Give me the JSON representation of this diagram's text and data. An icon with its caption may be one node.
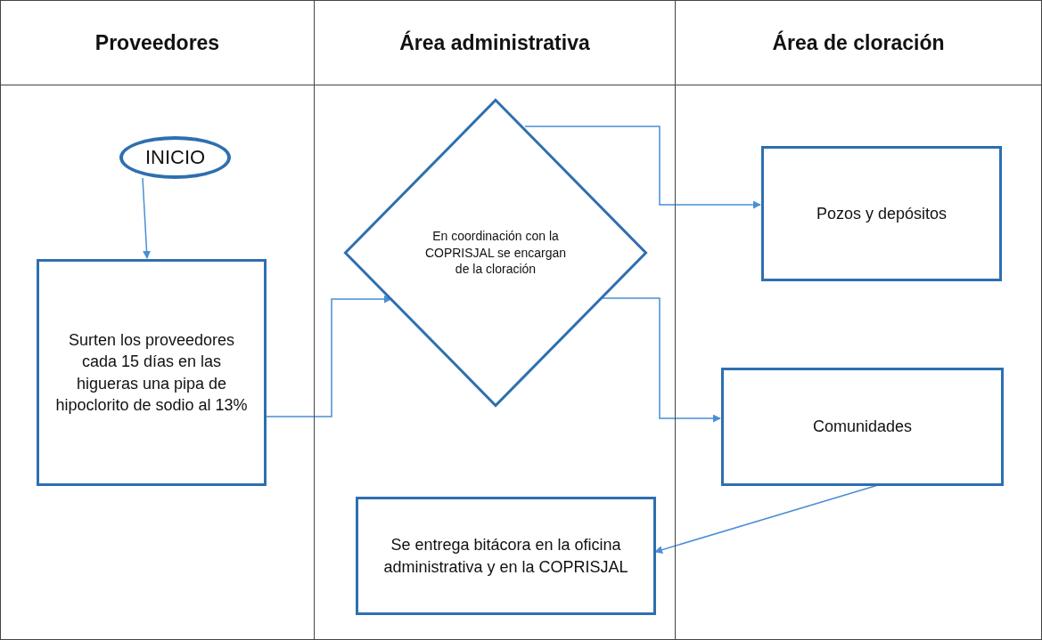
{
  "diagram": {
    "nodes": [
      {
        "text": [
          "Proveedores"
        ]
      },
      {
        "text": [
          "Área administrativa"
        ]
      },
      {
        "text": [
          "Área de cloración"
        ]
      },
      {
        "text": [
          "INICIO"
        ],
        "in": 0
      },
      {
        "text": [
          "Surten los proveedores cada 15 días en las higueras una pipa de hipoclorito de sodio al 13%"
        ],
        "in": 0
      },
      {
        "text": [
          "En coordinación con la COPRISJAL se encargan de la cloración"
        ],
        "in": 1
      },
      {
        "text": [
          "Pozos y depósitos"
        ],
        "in": 2
      },
      {
        "text": [
          "Comunidades"
        ],
        "in": 2
      },
      {
        "text": [
          "Se entrega bitácora en la oficina administrativa y en la COPRISJAL"
        ],
        "in": 1
      }
    ],
    "edges": [
      {
        "from": 3,
        "to": 4,
        "arrow": "to"
      },
      {
        "from": 4,
        "to": 5,
        "arrow": "to"
      },
      {
        "from": 5,
        "to": 6,
        "arrow": "to"
      },
      {
        "from": 5,
        "to": 7,
        "arrow": "to"
      },
      {
        "from": 7,
        "to": 8,
        "arrow": "to"
      }
    ]
  }
}
